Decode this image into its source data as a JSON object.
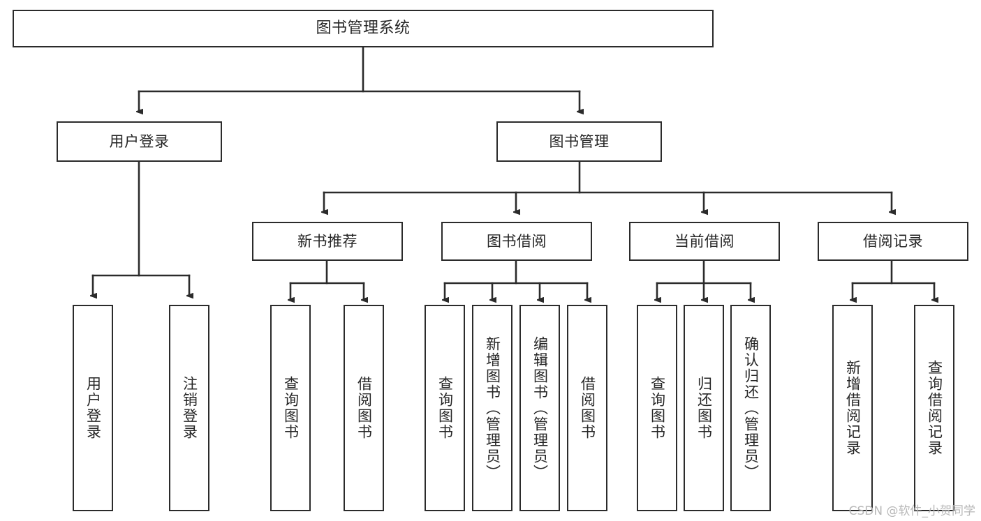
{
  "diagram": {
    "title": "图书管理系统",
    "watermark": "CSDN @软件_小贺同学",
    "line_color": "#2b2b2b",
    "box_fill": "#ffffff",
    "text_color": "#262626",
    "background": "#ffffff",
    "root": {
      "label": "图书管理系统"
    },
    "level2": [
      {
        "label": "用户登录"
      },
      {
        "label": "图书管理"
      }
    ],
    "level3": [
      {
        "label": "新书推荐"
      },
      {
        "label": "图书借阅"
      },
      {
        "label": "当前借阅"
      },
      {
        "label": "借阅记录"
      }
    ],
    "leaves": {
      "user_login": [
        {
          "label": "用户登录"
        },
        {
          "label": "注销登录"
        }
      ],
      "new_book_recommend": [
        {
          "label": "查询图书"
        },
        {
          "label": "借阅图书"
        }
      ],
      "book_borrow": [
        {
          "label": "查询图书"
        },
        {
          "label": "新增图书（管理员）"
        },
        {
          "label": "编辑图书（管理员）"
        },
        {
          "label": "借阅图书"
        }
      ],
      "current_borrow": [
        {
          "label": "查询图书"
        },
        {
          "label": "归还图书"
        },
        {
          "label": "确认归还（管理员）"
        }
      ],
      "borrow_record": [
        {
          "label": "新增借阅记录"
        },
        {
          "label": "查询借阅记录"
        }
      ]
    }
  }
}
